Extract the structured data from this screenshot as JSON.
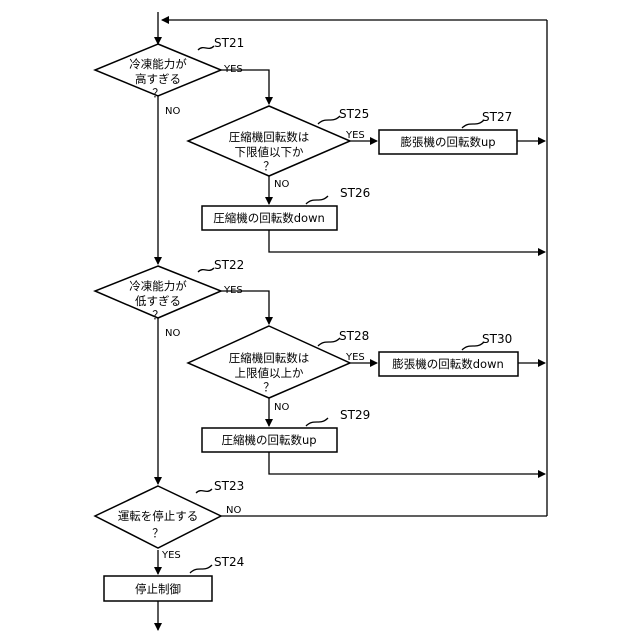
{
  "steps": {
    "st21": {
      "id": "ST21",
      "line1": "冷凍能力が",
      "line2": "高すぎる",
      "line3": "？"
    },
    "st25": {
      "id": "ST25",
      "line1": "圧縮機回転数は",
      "line2": "下限値以下か",
      "line3": "？"
    },
    "st27": {
      "id": "ST27",
      "text": "膨張機の回転数up"
    },
    "st26": {
      "id": "ST26",
      "text": "圧縮機の回転数down"
    },
    "st22": {
      "id": "ST22",
      "line1": "冷凍能力が",
      "line2": "低すぎる",
      "line3": "？"
    },
    "st28": {
      "id": "ST28",
      "line1": "圧縮機回転数は",
      "line2": "上限値以上か",
      "line3": "？"
    },
    "st30": {
      "id": "ST30",
      "text": "膨張機の回転数down"
    },
    "st29": {
      "id": "ST29",
      "text": "圧縮機の回転数up"
    },
    "st23": {
      "id": "ST23",
      "line1": "運転を停止する",
      "line2": "？"
    },
    "st24": {
      "id": "ST24",
      "text": "停止制御"
    }
  },
  "edges": {
    "yes": "YES",
    "no": "NO"
  }
}
